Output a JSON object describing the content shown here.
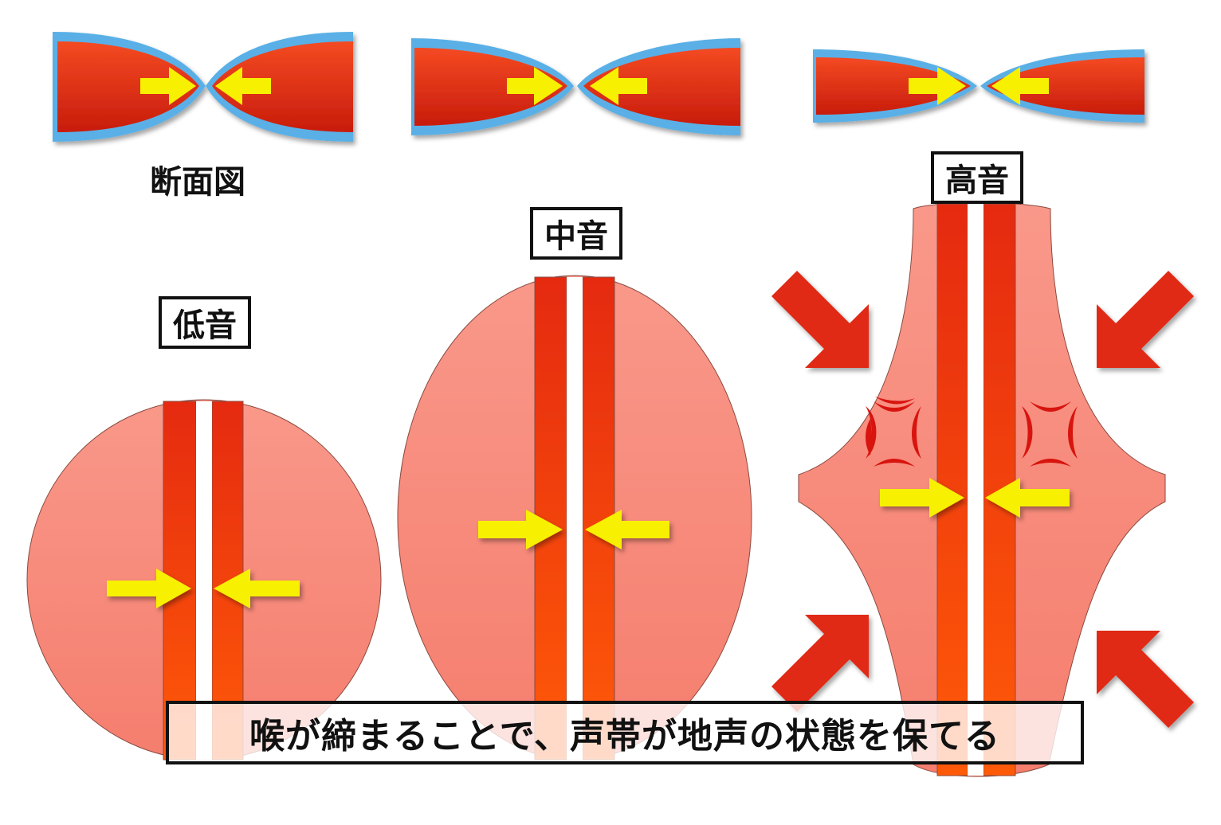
{
  "labels": {
    "cross_section": "断面図",
    "low": "低音",
    "mid": "中音",
    "high": "高音"
  },
  "caption": "喉が締まることで、声帯が地声の状態を保てる",
  "colors": {
    "muscle_dark": "#e03010",
    "muscle_light": "#f78a78",
    "membrane": "#5ab0e6",
    "arrow_yellow": "#f7f000",
    "arrow_red": "#e02c14",
    "anger_mark": "#d8140e"
  },
  "icons": {
    "compression_arrows": "red-arrow-icon",
    "closure_arrows": "yellow-arrow-icon",
    "strain_marks": "anger-mark-icon"
  }
}
